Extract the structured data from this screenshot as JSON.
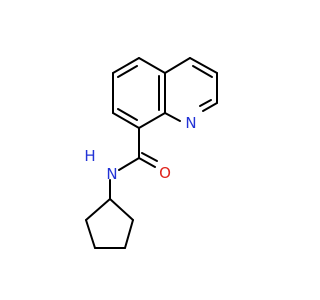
{
  "molecule": {
    "atoms": {
      "ring_nitrogen": "N",
      "amide_nitrogen": "N",
      "amide_hydrogen": "H",
      "carbonyl_oxygen": "O"
    },
    "colors": {
      "bond": "#000000",
      "nitrogen": "#2233d6",
      "oxygen": "#e0221b",
      "background": "#ffffff"
    }
  }
}
